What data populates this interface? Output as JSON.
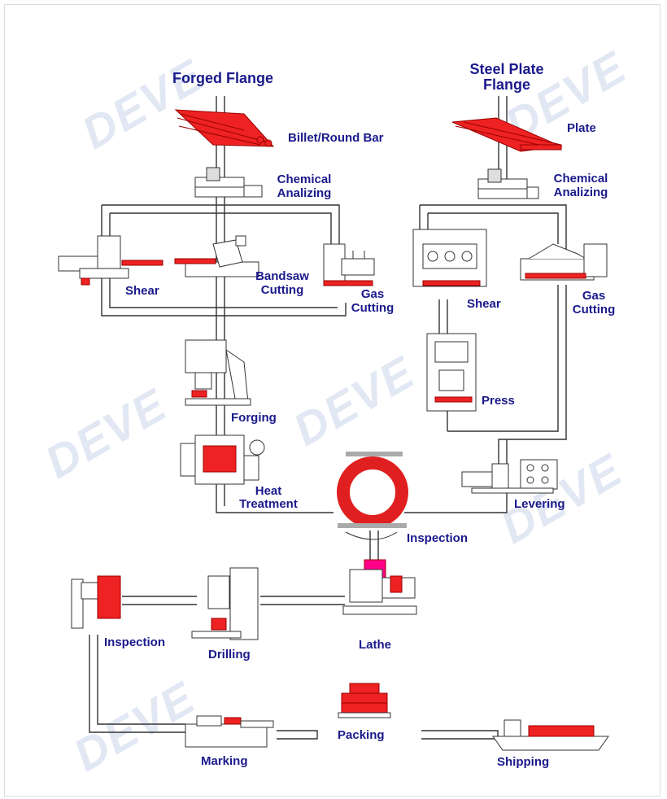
{
  "watermark": "DEVE",
  "titles": {
    "forged_flange": "Forged Flange",
    "steel_plate_flange_line1": "Steel Plate",
    "steel_plate_flange_line2": "Flange"
  },
  "labels": {
    "billet": "Billet/Round Bar",
    "plate": "Plate",
    "chemical_left_1": "Chemical",
    "chemical_left_2": "Analizing",
    "chemical_right_1": "Chemical",
    "chemical_right_2": "Analizing",
    "shear_left": "Shear",
    "bandsaw_1": "Bandsaw",
    "bandsaw_2": "Cutting",
    "gas_left_1": "Gas",
    "gas_left_2": "Cutting",
    "shear_right": "Shear",
    "gas_right_1": "Gas",
    "gas_right_2": "Cutting",
    "press": "Press",
    "forging": "Forging",
    "heat_1": "Heat",
    "heat_2": "Treatment",
    "levering": "Levering",
    "inspection_center": "Inspection",
    "inspection_left": "Inspection",
    "drilling": "Drilling",
    "lathe": "Lathe",
    "packing": "Packing",
    "marking": "Marking",
    "shipping": "Shipping"
  },
  "colors": {
    "label": "#1a1a8c",
    "accent_red": "#e02020",
    "line": "#333333"
  },
  "icons": [
    "billet-icon",
    "plate-icon",
    "chemical-analyzer-icon",
    "shear-machine-icon",
    "bandsaw-icon",
    "gas-cutting-icon",
    "press-icon",
    "forging-hammer-icon",
    "heat-treatment-furnace-icon",
    "leveling-machine-icon",
    "flange-ring-icon",
    "lathe-icon",
    "drilling-machine-icon",
    "inspection-gauge-icon",
    "packing-crates-icon",
    "marking-machine-icon",
    "cargo-ship-icon"
  ]
}
